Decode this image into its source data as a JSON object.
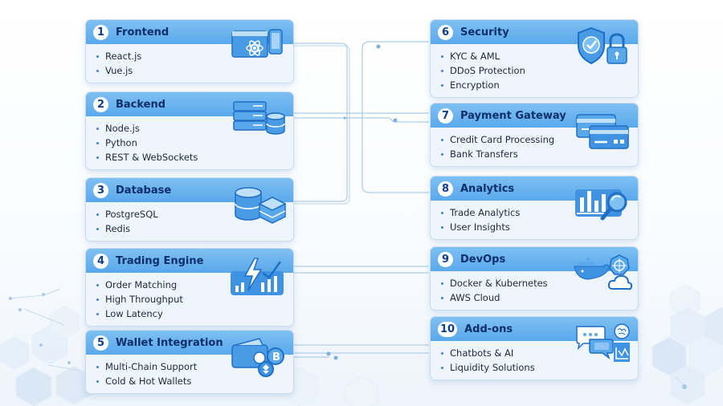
{
  "colors": {
    "header_blue": "#5aa8ec",
    "title_navy": "#0c2f6b",
    "card_bg": "#eef5fc",
    "connector": "#9cc3e6"
  },
  "modules": [
    {
      "number": "1",
      "title": "Frontend",
      "items": [
        "React.js",
        "Vue.js"
      ],
      "icon": "frontend-devices-icon"
    },
    {
      "number": "2",
      "title": "Backend",
      "items": [
        "Node.js",
        "Python",
        "REST & WebSockets"
      ],
      "icon": "server-database-icon"
    },
    {
      "number": "3",
      "title": "Database",
      "items": [
        "PostgreSQL",
        "Redis"
      ],
      "icon": "database-stack-icon"
    },
    {
      "number": "4",
      "title": "Trading Engine",
      "items": [
        "Order Matching",
        "High Throughput",
        "Low Latency"
      ],
      "icon": "lightning-chart-icon"
    },
    {
      "number": "5",
      "title": "Wallet Integration",
      "items": [
        "Multi-Chain Support",
        "Cold & Hot Wallets"
      ],
      "icon": "wallet-coins-icon"
    },
    {
      "number": "6",
      "title": "Security",
      "items": [
        "KYC & AML",
        "DDoS Protection",
        "Encryption"
      ],
      "icon": "shield-lock-icon"
    },
    {
      "number": "7",
      "title": "Payment Gateway",
      "items": [
        "Credit Card Processing",
        "Bank Transfers"
      ],
      "icon": "credit-cards-icon"
    },
    {
      "number": "8",
      "title": "Analytics",
      "items": [
        "Trade Analytics",
        "User Insights"
      ],
      "icon": "chart-magnifier-icon"
    },
    {
      "number": "9",
      "title": "DevOps",
      "items": [
        "Docker & Kubernetes",
        "AWS Cloud"
      ],
      "icon": "docker-kubernetes-cloud-icon"
    },
    {
      "number": "10",
      "title": "Add-ons",
      "items": [
        "Chatbots & AI",
        "Liquidity Solutions"
      ],
      "icon": "chat-brain-icon"
    }
  ]
}
